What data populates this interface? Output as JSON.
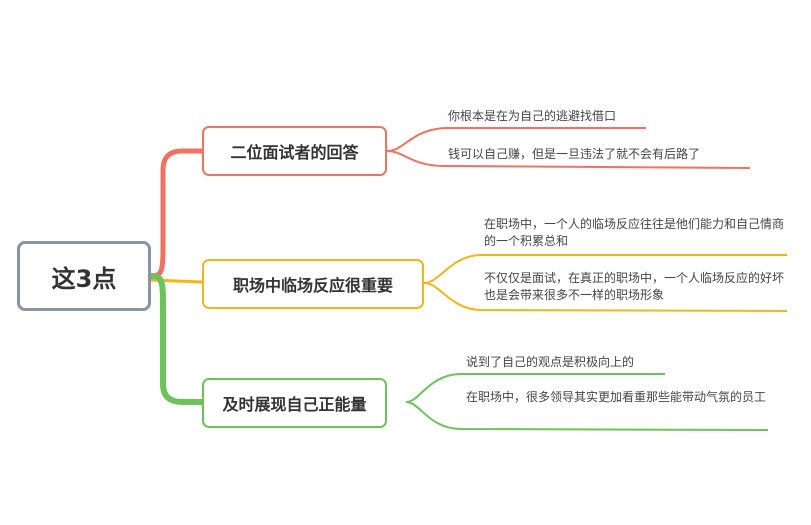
{
  "root": {
    "label": "这3点",
    "border_color": "#8a94a6"
  },
  "branches": [
    {
      "label": "二位面试者的回答",
      "color": "#f07260",
      "leaves": [
        "你根本是在为自己的逃避找借口",
        "钱可以自己赚，但是一旦违法了就不会有后路了"
      ]
    },
    {
      "label": "职场中临场反应很重要",
      "color": "#f5b418",
      "leaves": [
        "在职场中，一个人的临场反应往往是他们能力和自己情商的一个积累总和",
        "不仅仅是面试，在真正的职场中，一个人临场反应的好坏也是会带来很多不一样的职场形象"
      ]
    },
    {
      "label": "及时展现自己正能量",
      "color": "#6cc35a",
      "leaves": [
        "说到了自己的观点是积极向上的",
        "在职场中，很多领导其实更加看重那些能带动气氛的员工"
      ]
    }
  ]
}
